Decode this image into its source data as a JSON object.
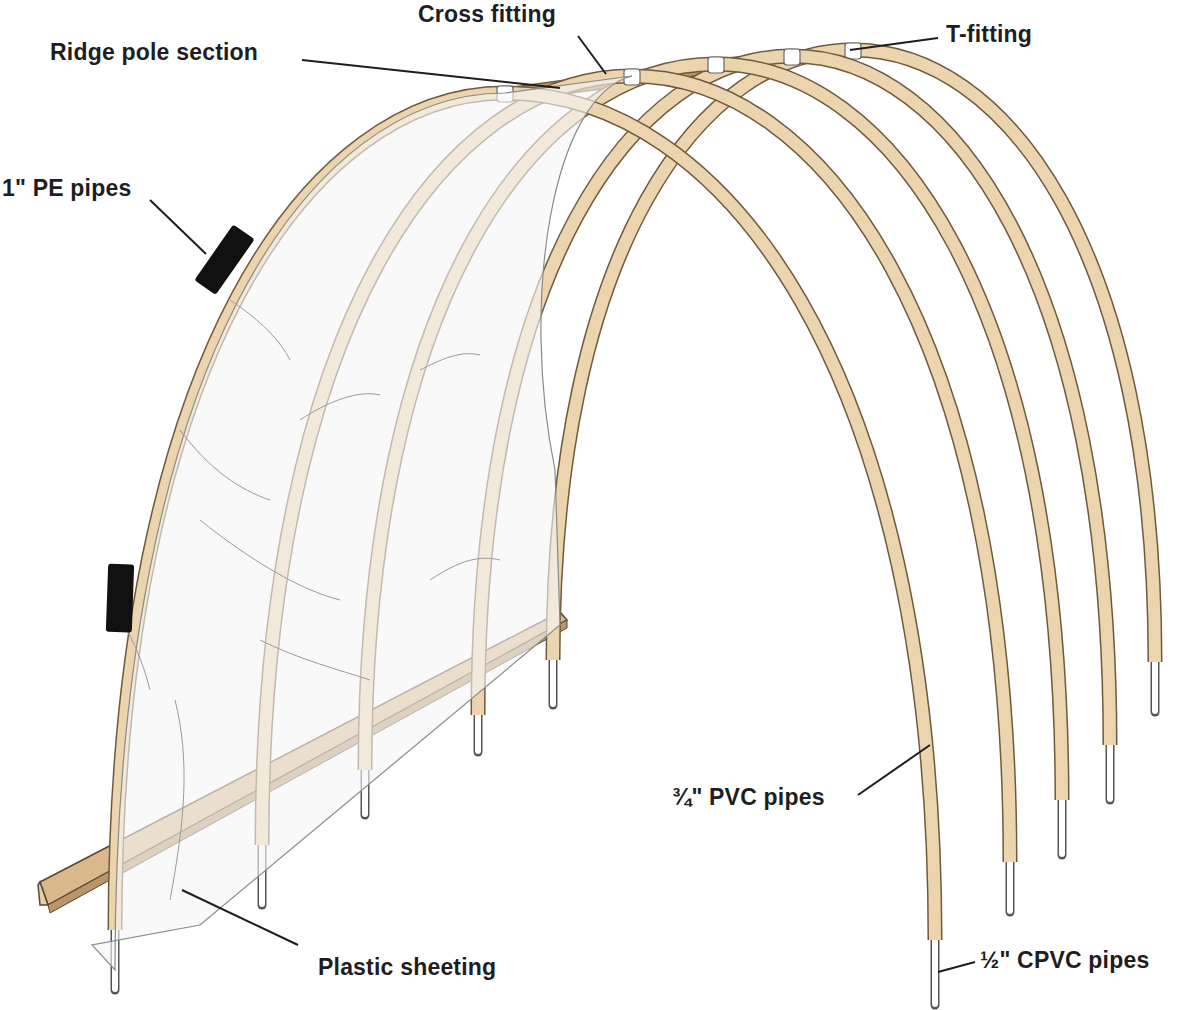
{
  "diagram": {
    "labels": [
      "Cross fitting",
      "Ridge pole section",
      "T-fitting",
      "1\" PE pipes",
      "¾\" PVC pipes",
      "Plastic sheeting",
      "½\" CPVC pipes"
    ]
  }
}
